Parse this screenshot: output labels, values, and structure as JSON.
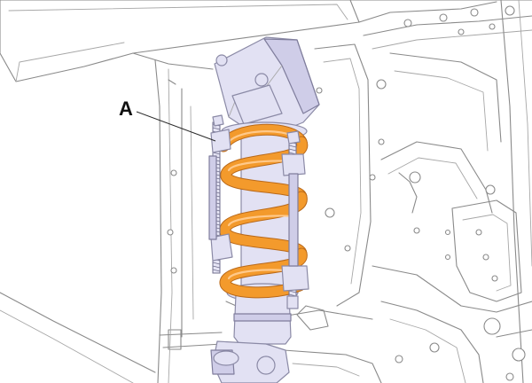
{
  "callouts": [
    {
      "id": "A",
      "label": "A"
    }
  ],
  "colors": {
    "spring": "#f39a2c",
    "tool": "#e2e1f3",
    "outline": "#8a8a8a",
    "background": "#ffffff"
  },
  "icons": [
    "coil-spring",
    "spring-compressor-tool",
    "strut-assembly"
  ]
}
